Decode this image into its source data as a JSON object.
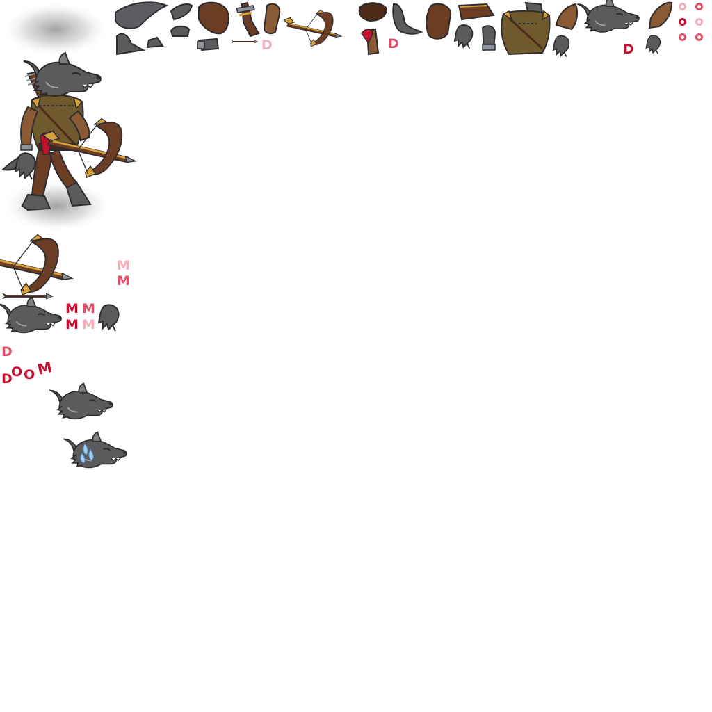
{
  "sheet": {
    "type": "sprite-atlas",
    "subject": "wolf-headed crossbowman",
    "background": "#ffffff"
  },
  "palette": {
    "fur_dark": "#5b5b5e",
    "fur_mid": "#7c7c80",
    "fur_light": "#a3a3a8",
    "outline": "#2f2b2e",
    "leather": "#6b3d24",
    "leather_dark": "#4e2a18",
    "leather_light": "#8a5a34",
    "vest": "#6e5a2c",
    "vest_dark": "#4f3f1c",
    "gold": "#d8a23a",
    "gold_dark": "#a9741f",
    "steel": "#8d949c",
    "horn": "#5c5c62",
    "red_strong": "#c3102e",
    "red_mid": "#df4f68",
    "red_light": "#f1aebb",
    "tear_blue": "#9ecbf0",
    "shadow": "#a8a8a8"
  },
  "text_glyphs": {
    "d": "D",
    "m": "M",
    "doom": [
      "D",
      "O",
      "O",
      "M"
    ]
  },
  "icons": {
    "ring": "ring-icon",
    "shadow": "ground-shadow-icon",
    "crossbow": "crossbow-icon",
    "bolt": "crossbow-bolt-icon",
    "head": "wolf-head-icon",
    "hand": "claw-hand-icon"
  }
}
